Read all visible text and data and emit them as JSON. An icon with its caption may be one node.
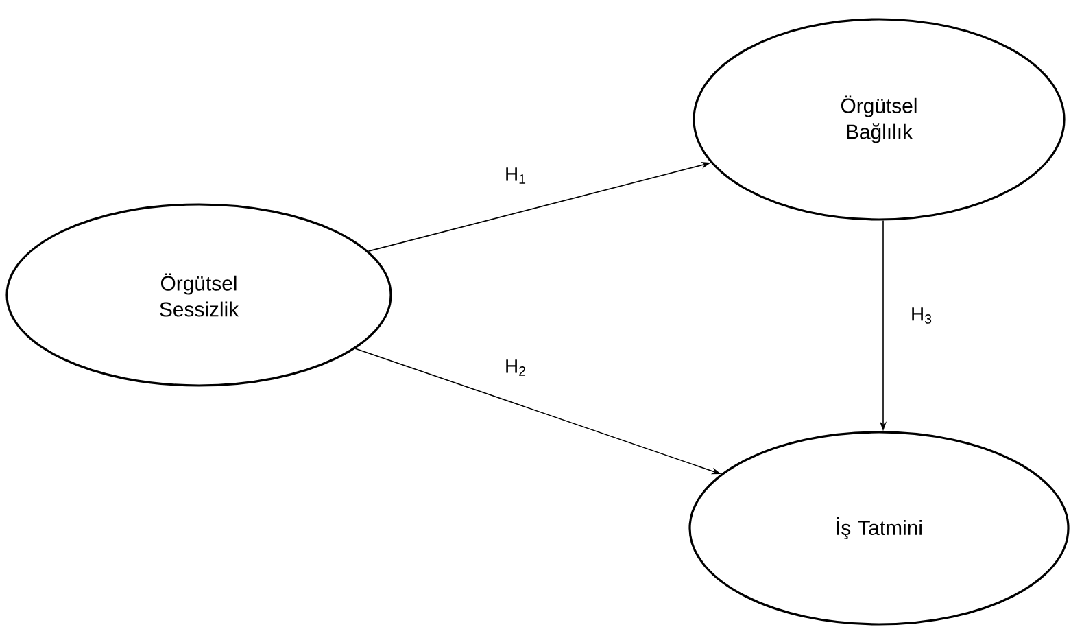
{
  "diagram": {
    "nodes": [
      {
        "text": [
          "Örgütsel Sessizlik"
        ]
      },
      {
        "text": [
          "Örgütsel Bağlılık"
        ]
      },
      {
        "text": [
          "İş Tatmini"
        ]
      }
    ],
    "edges": [
      {
        "from": 0,
        "to": 1,
        "arrow": "to",
        "label": "H$_{1}$"
      },
      {
        "from": 0,
        "to": 2,
        "arrow": "to",
        "label": "H$_{2}$"
      },
      {
        "from": 1,
        "to": 2,
        "arrow": "to",
        "label": "H$_{3}$"
      }
    ]
  }
}
